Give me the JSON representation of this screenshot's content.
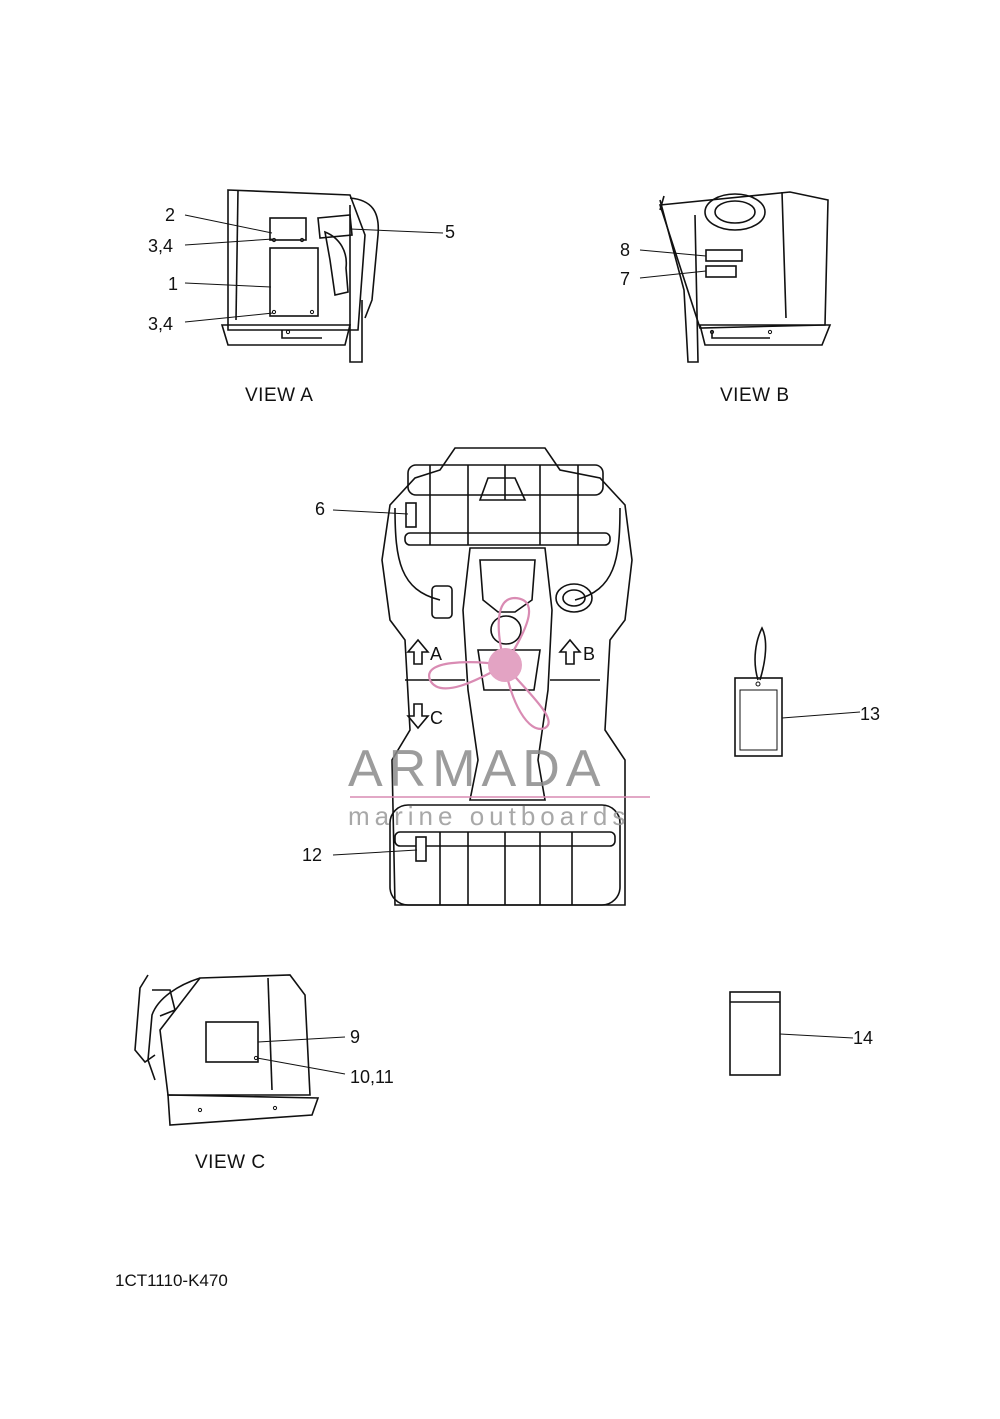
{
  "callouts": {
    "c1": "1",
    "c2": "2",
    "c34a": "3,4",
    "c34b": "3,4",
    "c5": "5",
    "c6": "6",
    "c7": "7",
    "c8": "8",
    "c9": "9",
    "c1011": "10,11",
    "c12": "12",
    "c13": "13",
    "c14": "14"
  },
  "views": {
    "a": "VIEW A",
    "b": "VIEW B",
    "c": "VIEW C"
  },
  "arrows": {
    "a": "A",
    "b": "B",
    "c": "C"
  },
  "part_code": "1CT1110-K470",
  "watermark": {
    "brand": "ARMADA",
    "tagline": "marine outboards",
    "accent_color": "#d98bb3",
    "text_color": "#8b8b8b"
  }
}
